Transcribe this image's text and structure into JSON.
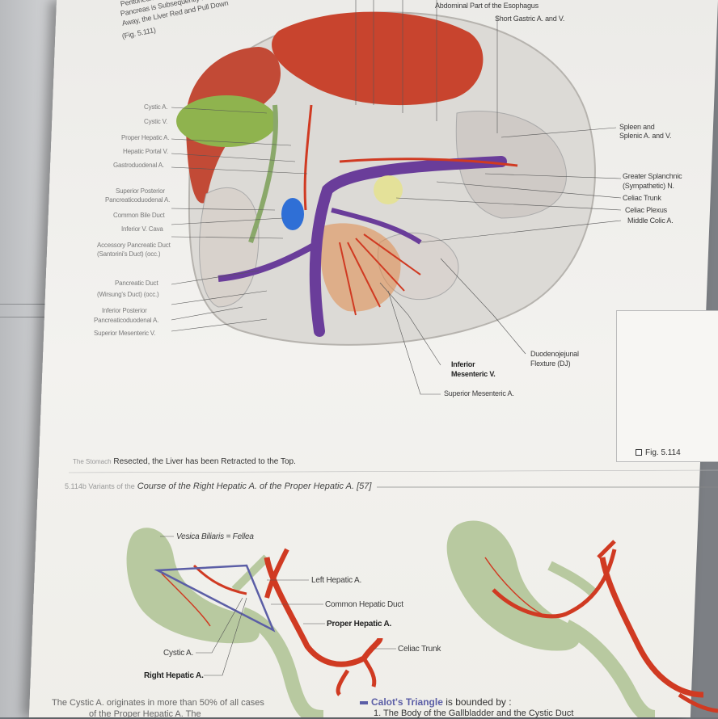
{
  "top_illustration": {
    "right_labels": [
      "Abdominal Part of the Esophagus",
      "Short Gastric A. and V.",
      "Spleen and",
      "Splenic A. and V.",
      "Greater Splanchnic",
      "(Sympathetic) N.",
      "Celiac Trunk",
      "Celiac Plexus",
      "Middle Colic A."
    ],
    "left_labels": [
      "Cystic A.",
      "Cystic V.",
      "Proper Hepatic A.",
      "Hepatic Portal V.",
      "Gastroduodenal A.",
      "Superior Posterior",
      "Pancreaticoduodenal A.",
      "Common Bile Duct",
      "Inferior V. Cava",
      "Accessory Pancreatic Duct",
      "(Santorini's Duct) (occ.)",
      "Pancreatic Duct",
      "(Wirsung's Duct) (occ.)",
      "Inferior Posterior",
      "Pancreaticoduodenal A.",
      "Superior Mesenteric V."
    ],
    "bottom_labels": {
      "inferior_mesenteric_1": "Inferior",
      "inferior_mesenteric_2": "Mesenteric V.",
      "duodenojejunal_1": "Duodenojejunal",
      "duodenojejunal_2": "Flexture (DJ)",
      "superior_mesenteric_a": "Superior Mesenteric A."
    },
    "top_left_caption": [
      "Peritoneum Overlying the",
      "Pancreas is Subsequently Peeled",
      "Away, the Liver Red and Pull Down",
      "(Fig. 5.111)"
    ],
    "figure_caption_prefix": "The Stomach",
    "figure_caption_text": "Resected, the Liver has been Retracted to the Top.",
    "fig_ref": "Fig. 5.114"
  },
  "section": {
    "prefix": "5.114b Variants of the",
    "title": "Course of the Right Hepatic A. of the Proper Hepatic A. [57]"
  },
  "bottom_illustration": {
    "labels": {
      "vesica": "Vesica Biliaris = Fellea",
      "left_hepatic": "Left Hepatic A.",
      "common_hepatic_duct": "Common Hepatic Duct",
      "proper_hepatic": "Proper Hepatic A.",
      "celiac_trunk": "Celiac Trunk",
      "cystic_a": "Cystic A.",
      "right_hepatic": "Right Hepatic A."
    },
    "cystic_note": "The Cystic A. originates in more than 50% of all cases",
    "cystic_note_2": "of the Proper Hepatic A. The",
    "calot_title": "Calot's Triangle",
    "calot_rest": " is bounded by :",
    "calot_item1": "1. The Body of the Gallbladder and the Cystic Duct"
  },
  "colors": {
    "artery": "#d03a22",
    "vein": "#6a3d9a",
    "duct": "#8aa86a",
    "liver": "#c8442e",
    "calot_triangle": "#5b5ea6"
  }
}
